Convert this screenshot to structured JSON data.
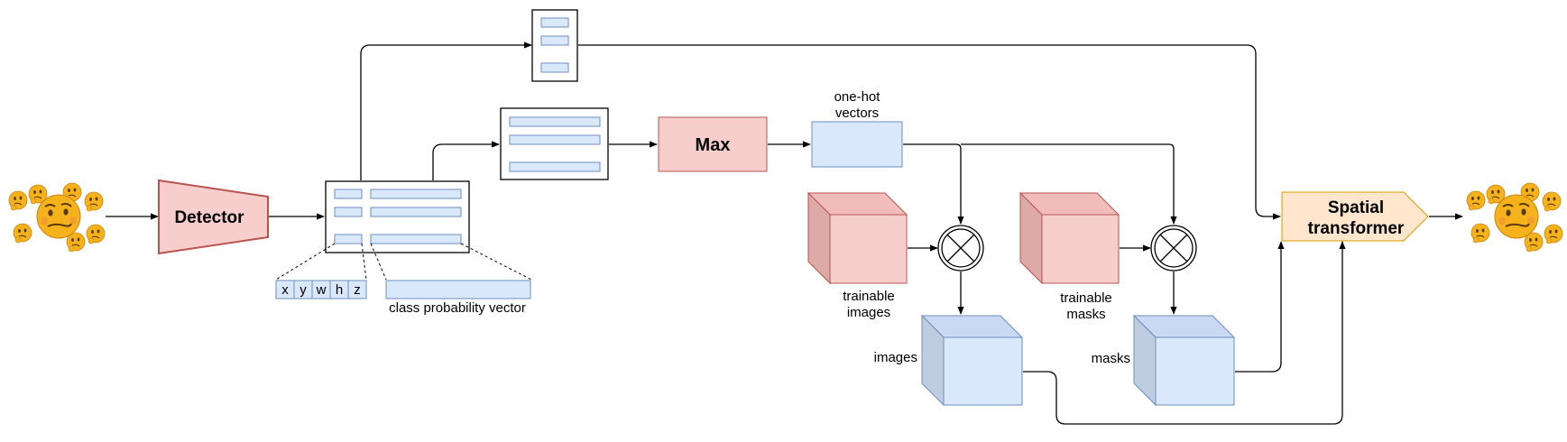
{
  "nodes": {
    "detector": "Detector",
    "max": "Max",
    "spatial_transformer_line1": "Spatial",
    "spatial_transformer_line2": "transformer"
  },
  "labels": {
    "one_hot_line1": "one-hot",
    "one_hot_line2": "vectors",
    "trainable_images_line1": "trainable",
    "trainable_images_line2": "images",
    "trainable_masks_line1": "trainable",
    "trainable_masks_line2": "masks",
    "images": "images",
    "masks": "masks",
    "class_probability_vector": "class probability vector"
  },
  "box_fields": [
    "x",
    "y",
    "w",
    "h",
    "z"
  ],
  "icons": {
    "input": "thinking-face-emoji-cluster",
    "output": "thinking-face-emoji-cluster"
  },
  "colors": {
    "red_fill": "#f8cecc",
    "red_stroke": "#b85450",
    "blue_fill": "#dae8fc",
    "blue_stroke": "#6c8ebf",
    "orange_fill": "#ffe6cc",
    "orange_stroke": "#d79b00"
  }
}
